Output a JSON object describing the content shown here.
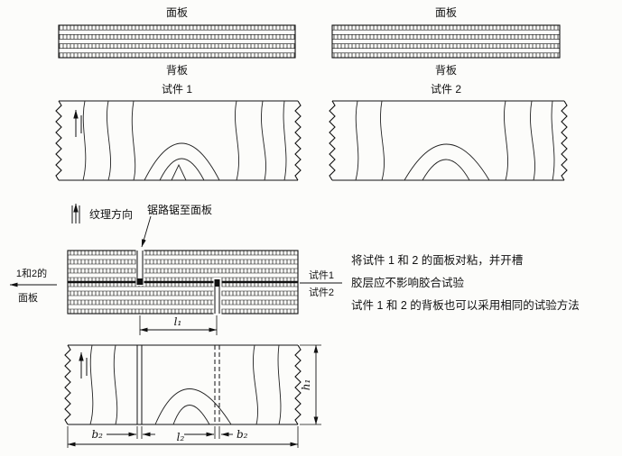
{
  "top_sections": {
    "left": {
      "face": "面板",
      "back": "背板",
      "title": "试件 1"
    },
    "right": {
      "face": "面板",
      "back": "背板",
      "title": "试件 2"
    }
  },
  "legend": {
    "grain_direction": "纹理方向"
  },
  "callout": {
    "kerf": "锯路锯至面板"
  },
  "combined": {
    "left_top": "1和2的",
    "left_bottom": "面板",
    "right_top": "试件1",
    "right_bottom": "试件2"
  },
  "notes": {
    "line1": "将试件 1 和 2 的面板对粘，并开槽",
    "line2": "胶层应不影响胶合试验",
    "line3": "试件 1 和 2 的背板也可以采用相同的试验方法"
  },
  "dims": {
    "l1": "l₁",
    "l2": "l₂",
    "h1": "h₁",
    "b2_left": "b₂",
    "b2_right": "b₂"
  }
}
